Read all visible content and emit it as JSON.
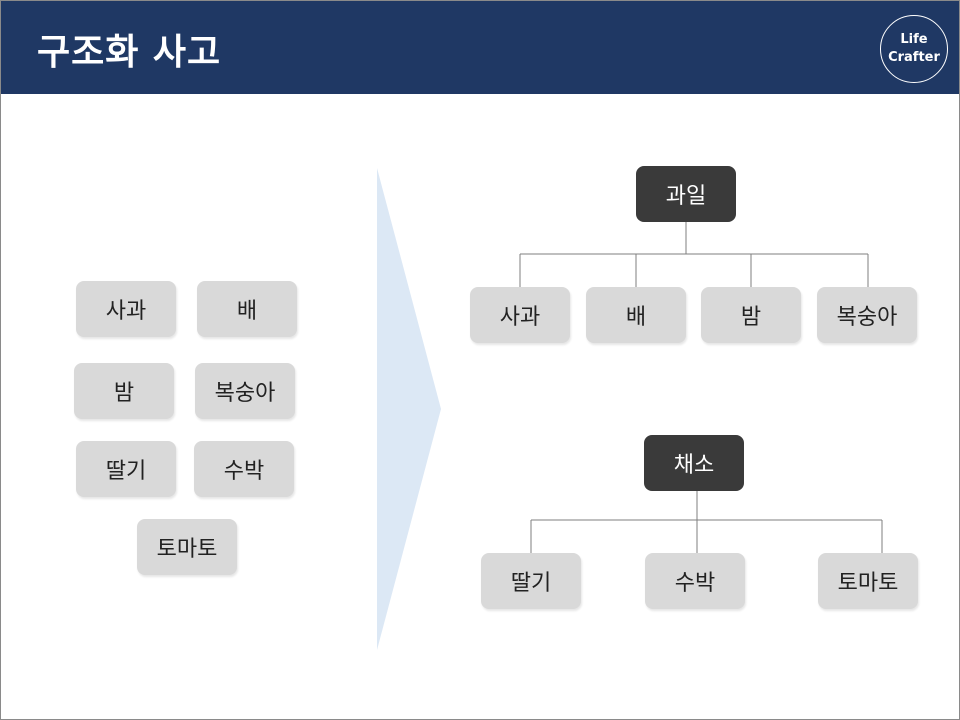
{
  "header": {
    "title": "구조화 사고",
    "logo": {
      "line1": "Life",
      "line2": "Crafter"
    }
  },
  "left_items": [
    "사과",
    "배",
    "밤",
    "복숭아",
    "딸기",
    "수박",
    "토마토"
  ],
  "tree": {
    "fruit": {
      "label": "과일",
      "children": [
        "사과",
        "배",
        "밤",
        "복숭아"
      ]
    },
    "vegetable": {
      "label": "채소",
      "children": [
        "딸기",
        "수박",
        "토마토"
      ]
    }
  },
  "colors": {
    "header": "#1f3864",
    "box": "#d9d9d9",
    "parent": "#3a3a3a",
    "arrow": "#dce8f5",
    "connector": "#7f7f7f"
  },
  "icons": [
    "arrow-right-shape"
  ]
}
